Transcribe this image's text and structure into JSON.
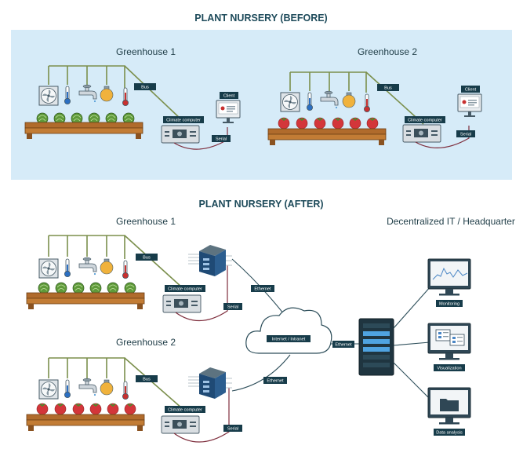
{
  "before": {
    "title": "PLANT NURSERY (BEFORE)",
    "greenhouse1": {
      "label": "Greenhouse  1",
      "bus": "Bus",
      "climate": "Climate computer",
      "serial": "Serial",
      "client": "Client"
    },
    "greenhouse2": {
      "label": "Greenhouse  2",
      "bus": "Bus",
      "climate": "Climate computer",
      "serial": "Serial",
      "client": "Client"
    }
  },
  "after": {
    "title": "PLANT NURSERY (AFTER)",
    "greenhouse1": {
      "label": "Greenhouse  1",
      "bus": "Bus",
      "climate": "Climate computer",
      "serial": "Serial",
      "ethernet": "Ethernet"
    },
    "greenhouse2": {
      "label": "Greenhouse  2",
      "bus": "Bus",
      "climate": "Climate computer",
      "serial": "Serial",
      "ethernet": "Ethernet"
    },
    "cloud": "Internet / Intranet",
    "server_link": "Ethernet",
    "headquarter": "Decentralized IT / Headquarter",
    "monitors": [
      "Monitoring",
      "Visualization",
      "Data analysis"
    ]
  },
  "colors": {
    "before_background": "#d6ebf8",
    "label_box": "#173c4a",
    "bus_wire": "#7b8f4c",
    "serial_cable": "#7e2d3c",
    "title_text": "#1d4a5a"
  },
  "icons": [
    "fan-icon",
    "thermometer-icon",
    "faucet-icon",
    "light-bulb-icon",
    "plant-icon",
    "tomato-icon",
    "climate-computer-icon",
    "client-monitor-icon",
    "network-switch-icon",
    "cloud-icon",
    "server-icon",
    "monitor-icon"
  ]
}
